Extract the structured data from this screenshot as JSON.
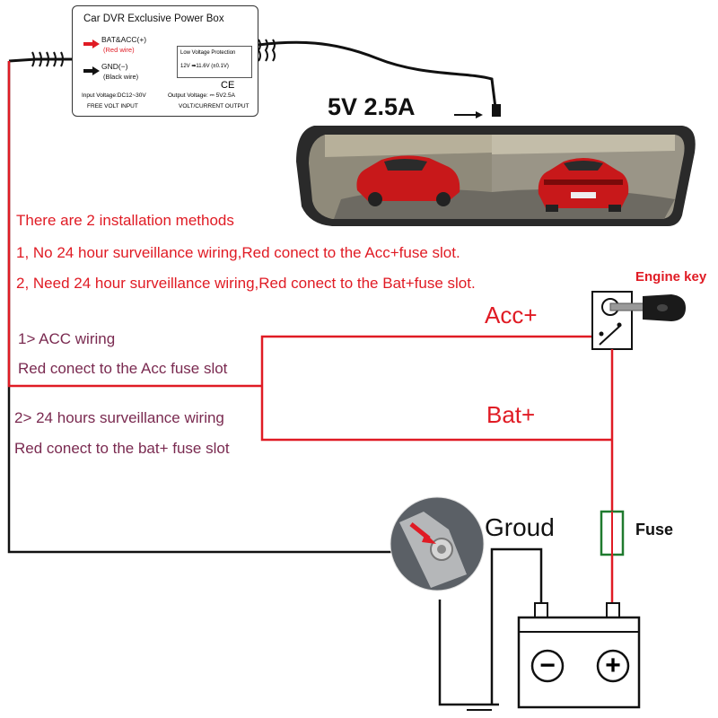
{
  "power_box": {
    "title": "Car DVR Exclusive Power Box",
    "bat_acc_label": "BAT&ACC(+)",
    "red_wire": "(Red wire)",
    "gnd_label": "GND(−)",
    "black_wire": "(Black wire)",
    "low_voltage_title": "Low Voltage Protection",
    "low_voltage_value": "12V ➡11.6V (±0.1V)",
    "ce_mark": "CE",
    "input_voltage": "Input Voltage:DC12~30V",
    "output_voltage": "Output Voltage: ⎓ 5V2.5A",
    "free_volt": "FREE VOLT INPUT",
    "volt_current": "VOLT/CURRENT OUTPUT"
  },
  "output_label": "5V 2.5A",
  "instructions": {
    "line1": "There are 2 installation methods",
    "line2": "1, No 24 hour surveillance wiring,Red conect to the Acc+fuse slot.",
    "line3": "2, Need 24 hour surveillance wiring,Red conect to the Bat+fuse slot."
  },
  "acc_wiring": {
    "title": "1> ACC wiring",
    "desc": "Red conect to the Acc fuse slot"
  },
  "bat_wiring": {
    "title": "2> 24 hours surveillance wiring",
    "desc": "Red conect to the bat+ fuse slot"
  },
  "labels": {
    "acc": "Acc+",
    "bat": "Bat+",
    "engine_key": "Engine key",
    "ground": "Groud",
    "fuse": "Fuse",
    "minus": "−",
    "plus": "+"
  },
  "colors": {
    "red_wire": "#e01b24",
    "black_wire": "#111111",
    "fuse_green": "#1f7a2e",
    "text_red": "#e01b24",
    "text_purple": "#7a2a50"
  }
}
